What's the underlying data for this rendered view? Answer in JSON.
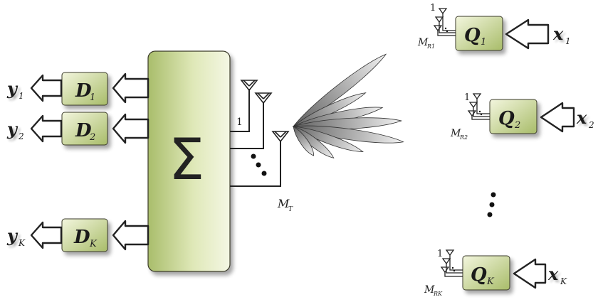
{
  "central_block": {
    "symbol": "Σ"
  },
  "decoders": [
    {
      "letter": "D",
      "index": "1",
      "output_letter": "y",
      "output_index": "1"
    },
    {
      "letter": "D",
      "index": "2",
      "output_letter": "y",
      "output_index": "2"
    },
    {
      "letter": "D",
      "index": "K",
      "output_letter": "y",
      "output_index": "K"
    }
  ],
  "transmitter": {
    "first_antenna_label": "1",
    "antenna_count_letter": "M",
    "antenna_count_sub": "T"
  },
  "receivers": [
    {
      "letter": "Q",
      "index": "1",
      "input_letter": "x",
      "input_index": "1",
      "ant_first": "1",
      "ant_letter": "M",
      "ant_sub": "R1"
    },
    {
      "letter": "Q",
      "index": "2",
      "input_letter": "x",
      "input_index": "2",
      "ant_first": "1",
      "ant_letter": "M",
      "ant_sub": "R2"
    },
    {
      "letter": "Q",
      "index": "K",
      "input_letter": "x",
      "input_index": "K",
      "ant_first": "1",
      "ant_letter": "M",
      "ant_sub": "RK"
    }
  ],
  "colors": {
    "block_light": "#f1f5dc",
    "block_dark": "#9fb460",
    "block_stroke": "#3b3b2a",
    "arrow_fill": "#ffffff",
    "arrow_stroke": "#222222",
    "beam_light": "#f4f4f4",
    "beam_dark": "#7a7a7a"
  }
}
